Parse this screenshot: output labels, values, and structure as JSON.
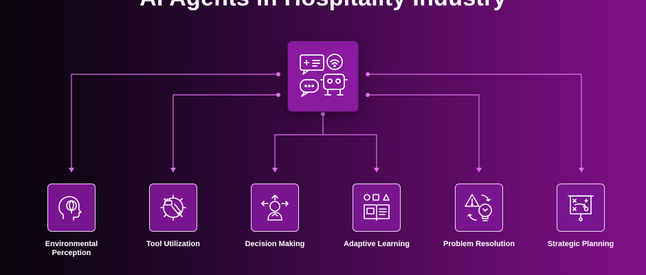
{
  "header": {
    "title": "AI Agents in Hospitality Industry"
  },
  "hub": {
    "icon": "robot-chat-icon"
  },
  "nodes": [
    {
      "id": "environmental-perception",
      "line1": "Environmental",
      "line2": "Perception",
      "icon": "head-leaf-icon"
    },
    {
      "id": "tool-utilization",
      "line1": "Tool Utilization",
      "line2": "",
      "icon": "gear-wrench-icon"
    },
    {
      "id": "decision-making",
      "line1": "Decision Making",
      "line2": "",
      "icon": "person-arrows-icon"
    },
    {
      "id": "adaptive-learning",
      "line1": "Adaptive Learning",
      "line2": "",
      "icon": "open-book-shapes-icon"
    },
    {
      "id": "problem-resolution",
      "line1": "Problem Resolution",
      "line2": "",
      "icon": "warning-bulb-icon"
    },
    {
      "id": "strategic-planning",
      "line1": "Strategic Planning",
      "line2": "",
      "icon": "strategy-board-icon"
    }
  ],
  "colors": {
    "connector": "#e070f0",
    "node_fill": "#7a1590",
    "hub_fill": "#8a1aa0"
  }
}
